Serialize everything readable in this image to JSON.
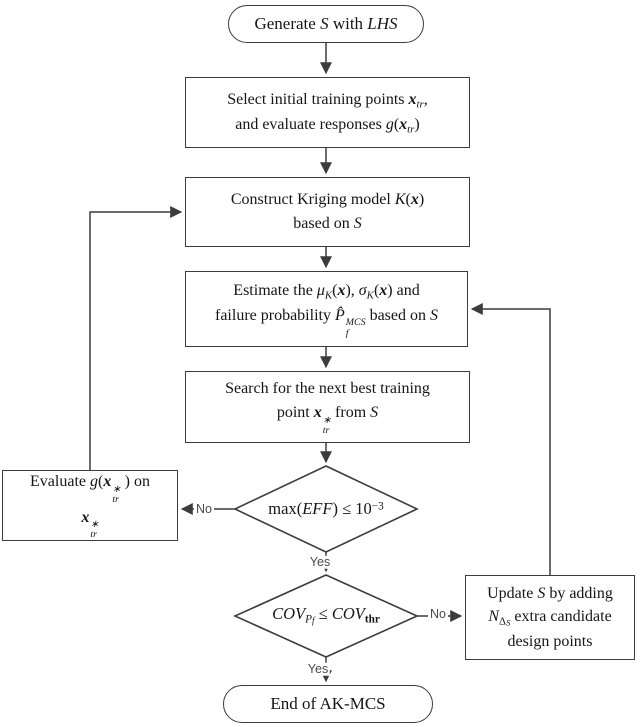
{
  "colors": {
    "stroke": "#3c3c3c",
    "background": "#ffffff",
    "text": "#151515"
  },
  "nodes": {
    "start": {
      "segments": [
        {
          "t": "Generate ",
          "s": "n"
        },
        {
          "t": "S",
          "s": "i"
        },
        {
          "t": " with ",
          "s": "n"
        },
        {
          "t": "LHS",
          "s": "i"
        }
      ]
    },
    "select": {
      "segments": [
        {
          "t": "Select initial training points ",
          "s": "n"
        },
        {
          "t": "x",
          "s": "bi"
        },
        {
          "t": "tr",
          "s": "sub"
        },
        {
          "t": ",",
          "s": "n"
        },
        {
          "s": "br"
        },
        {
          "t": "and evaluate responses ",
          "s": "n"
        },
        {
          "t": "g",
          "s": "i"
        },
        {
          "t": "(",
          "s": "n"
        },
        {
          "t": "x",
          "s": "bi"
        },
        {
          "t": "tr",
          "s": "sub"
        },
        {
          "t": ")",
          "s": "n"
        }
      ]
    },
    "construct": {
      "segments": [
        {
          "t": "Construct Kriging model ",
          "s": "n"
        },
        {
          "t": "K",
          "s": "i"
        },
        {
          "t": "(",
          "s": "n"
        },
        {
          "t": "x",
          "s": "bi"
        },
        {
          "t": ")",
          "s": "n"
        },
        {
          "s": "br"
        },
        {
          "t": "based on ",
          "s": "n"
        },
        {
          "t": "S",
          "s": "i"
        }
      ]
    },
    "estimate": {
      "segments": [
        {
          "t": "Estimate the ",
          "s": "n"
        },
        {
          "t": "μ",
          "s": "i"
        },
        {
          "t": "K",
          "s": "sub"
        },
        {
          "t": "(",
          "s": "n"
        },
        {
          "t": "x",
          "s": "bi"
        },
        {
          "t": "), ",
          "s": "n"
        },
        {
          "t": "σ",
          "s": "i"
        },
        {
          "t": "K",
          "s": "sub"
        },
        {
          "t": "(",
          "s": "n"
        },
        {
          "t": "x",
          "s": "bi"
        },
        {
          "t": ")",
          "s": "n"
        },
        {
          "t": " and",
          "s": "n"
        },
        {
          "s": "br"
        },
        {
          "t": "failure probability ",
          "s": "n"
        },
        {
          "t": "P̂",
          "s": "i"
        },
        {
          "s": "stack",
          "sup": "MCS",
          "sub": "f"
        },
        {
          "t": " based on ",
          "s": "n"
        },
        {
          "t": "S",
          "s": "i"
        }
      ]
    },
    "search": {
      "segments": [
        {
          "t": "Search for the next best training",
          "s": "n"
        },
        {
          "s": "br"
        },
        {
          "t": "point ",
          "s": "n"
        },
        {
          "t": "x",
          "s": "bi"
        },
        {
          "s": "stack",
          "sup": "∗",
          "sub": "tr"
        },
        {
          "t": " from ",
          "s": "n"
        },
        {
          "t": "S",
          "s": "i"
        }
      ]
    },
    "eff_decision": {
      "segments": [
        {
          "t": "max(",
          "s": "n"
        },
        {
          "t": "EFF",
          "s": "i"
        },
        {
          "t": ") ≤ 10",
          "s": "n"
        },
        {
          "t": "−3",
          "s": "sup"
        }
      ]
    },
    "evaluate": {
      "segments": [
        {
          "t": "Evaluate ",
          "s": "n"
        },
        {
          "t": "g",
          "s": "i"
        },
        {
          "t": "(",
          "s": "n"
        },
        {
          "t": "x",
          "s": "bi"
        },
        {
          "s": "stack",
          "sup": "∗",
          "sub": "tr"
        },
        {
          "t": " ) on",
          "s": "n"
        },
        {
          "s": "br"
        },
        {
          "t": "x",
          "s": "bi"
        },
        {
          "s": "stack",
          "sup": "∗",
          "sub": "tr"
        }
      ]
    },
    "cov_decision": {
      "segments": [
        {
          "t": "COV",
          "s": "i"
        },
        {
          "t": "P",
          "s": "sub"
        },
        {
          "t": "f",
          "s": "subsub"
        },
        {
          "t": " ≤ ",
          "s": "n"
        },
        {
          "t": "COV",
          "s": "i"
        },
        {
          "t": "thr",
          "s": "subb"
        }
      ]
    },
    "update": {
      "segments": [
        {
          "t": "Update ",
          "s": "n"
        },
        {
          "t": "S",
          "s": "i"
        },
        {
          "t": " by adding",
          "s": "n"
        },
        {
          "s": "br"
        },
        {
          "t": "N",
          "s": "i"
        },
        {
          "t": "Δ",
          "s": "subr"
        },
        {
          "t": "S",
          "s": "subsub"
        },
        {
          "t": " extra candidate",
          "s": "n"
        },
        {
          "s": "br"
        },
        {
          "t": "design points",
          "s": "n"
        }
      ]
    },
    "end": {
      "segments": [
        {
          "t": "End of AK-MCS",
          "s": "n"
        }
      ]
    }
  },
  "edge_labels": {
    "eff_no": "No",
    "eff_yes": "Yes",
    "cov_no": "No",
    "cov_yes": "Yes"
  }
}
